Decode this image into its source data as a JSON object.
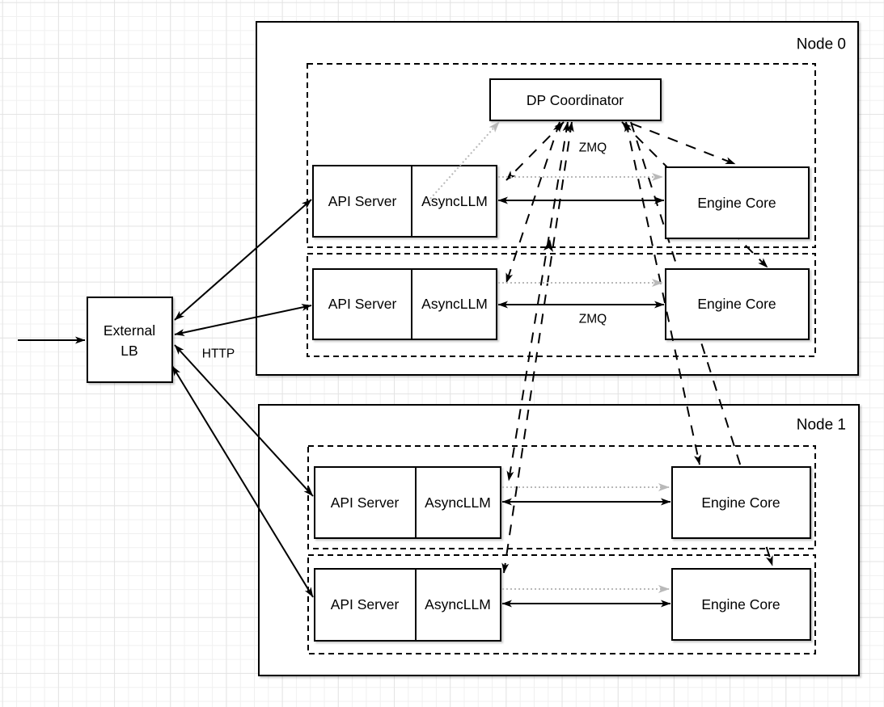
{
  "diagram": {
    "external_lb": {
      "line1": "External",
      "line2": "LB"
    },
    "dp_coordinator": {
      "label": "DP Coordinator"
    },
    "node0": {
      "label": "Node 0"
    },
    "node1": {
      "label": "Node 1"
    },
    "rows": [
      {
        "api_server": "API Server",
        "asyncllm": "AsyncLLM",
        "engine_core": "Engine Core"
      },
      {
        "api_server": "API Server",
        "asyncllm": "AsyncLLM",
        "engine_core": "Engine Core"
      },
      {
        "api_server": "API Server",
        "asyncllm": "AsyncLLM",
        "engine_core": "Engine Core"
      },
      {
        "api_server": "API Server",
        "asyncllm": "AsyncLLM",
        "engine_core": "Engine Core"
      }
    ],
    "edge_labels": {
      "http": "HTTP",
      "zmq_coordinator": "ZMQ",
      "zmq_row2": "ZMQ"
    },
    "colors": {
      "line": "#000000",
      "gray_arrow": "#b9b9b9",
      "box_fill": "#ffffff",
      "grid_minor": "#f0f0f0",
      "grid_major": "#e4e4e4"
    }
  }
}
